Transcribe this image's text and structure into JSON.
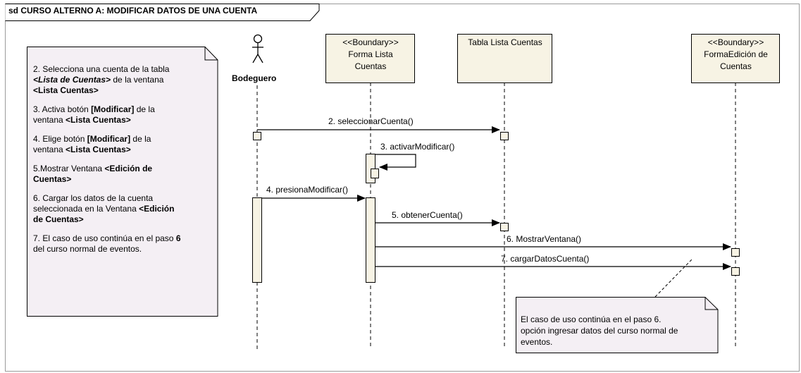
{
  "frame": {
    "title": "sd CURSO ALTERNO A: MODIFICAR DATOS DE UNA CUENTA"
  },
  "actor": {
    "name": "Bodeguero"
  },
  "lifelines": [
    {
      "stereotype": "<<Boundary>>",
      "line1": "Forma Lista",
      "line2": "Cuentas"
    },
    {
      "stereotype": "",
      "line1": "Tabla Lista Cuentas",
      "line2": ""
    },
    {
      "stereotype": "<<Boundary>>",
      "line1": "FormaEdición de",
      "line2": "Cuentas"
    }
  ],
  "messages": [
    "2. seleccionarCuenta()",
    "3. activarModificar()",
    "4. presionaModificar()",
    "5. obtenerCuenta()",
    "6. MostrarVentana()",
    "7. cargarDatosCuenta()"
  ],
  "left_note": {
    "steps": [
      {
        "pre": "2. Selecciona una cuenta de la tabla",
        "em": "<Lista de Cuentas>",
        "mid": " de la ventana",
        "bold": "<Lista Cuentas>"
      },
      {
        "pre": "3. Activa botón ",
        "bold1": "[Modificar]",
        "mid": " de la",
        "pre2": "ventana ",
        "bold2": "<Lista Cuentas>"
      },
      {
        "pre": "4. Elige botón ",
        "bold1": "[Modificar]",
        "mid": " de la",
        "pre2": "ventana ",
        "bold2": "<Lista Cuentas>"
      },
      {
        "pre": "5.Mostrar Ventana ",
        "bold1": "<Edición de",
        "bold2": "Cuentas>"
      },
      {
        "pre": "6. Cargar los datos de la cuenta",
        "pre2": "seleccionada en la Ventana ",
        "bold1": "<Edición",
        "bold2": "de Cuentas>"
      },
      {
        "pre": "7. El caso de uso continúa en el paso ",
        "bold1": "6",
        "pre2": "del curso normal de eventos."
      }
    ]
  },
  "bottom_note": {
    "line1": "El caso de uso continúa en el paso 6.",
    "line2": "opción ingresar datos del curso normal de",
    "line3": "eventos."
  }
}
